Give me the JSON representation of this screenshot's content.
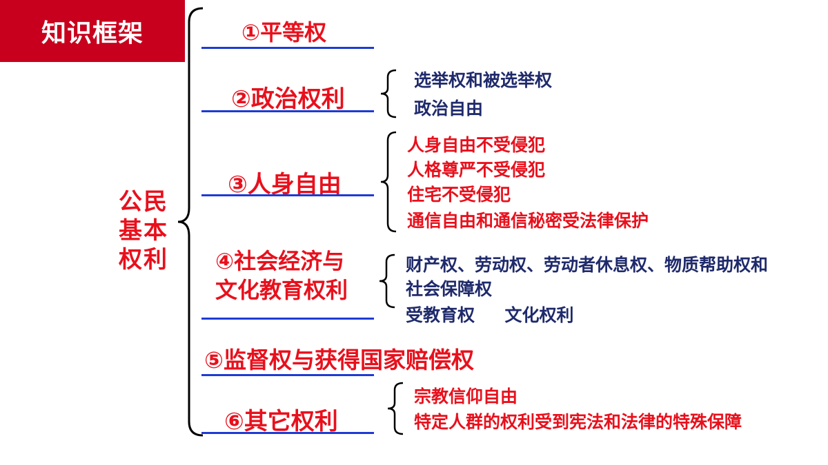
{
  "header": {
    "title": "知识框架"
  },
  "root": {
    "label": "公民\n基本\n权利"
  },
  "categories": [
    {
      "label": "①平等权",
      "details": []
    },
    {
      "label": "②政治权利",
      "details": [
        "选举权和被选举权",
        "政治自由"
      ]
    },
    {
      "label": "③人身自由",
      "details": [
        "人身自由不受侵犯",
        "人格尊严不受侵犯",
        "住宅不受侵犯",
        "通信自由和通信秘密受法律保护"
      ]
    },
    {
      "label_line1": "④社会经济与",
      "label_line2": "文化教育权利",
      "details": [
        "财产权、劳动权、劳动者休息权、物质帮助权和",
        "社会保障权",
        "受教育权     文化权利"
      ]
    },
    {
      "label": "⑤监督权与获得国家赔偿权",
      "details": []
    },
    {
      "label": "⑥其它权利",
      "details": [
        "宗教信仰自由",
        "特定人群的权利受到宪法和法律的特殊保障"
      ]
    }
  ],
  "colors": {
    "header_bg": "#c8001e",
    "accent_red": "#e8101c",
    "navy": "#1f2a6b",
    "underline_blue": "#1d3bd4",
    "brace": "#000000"
  }
}
